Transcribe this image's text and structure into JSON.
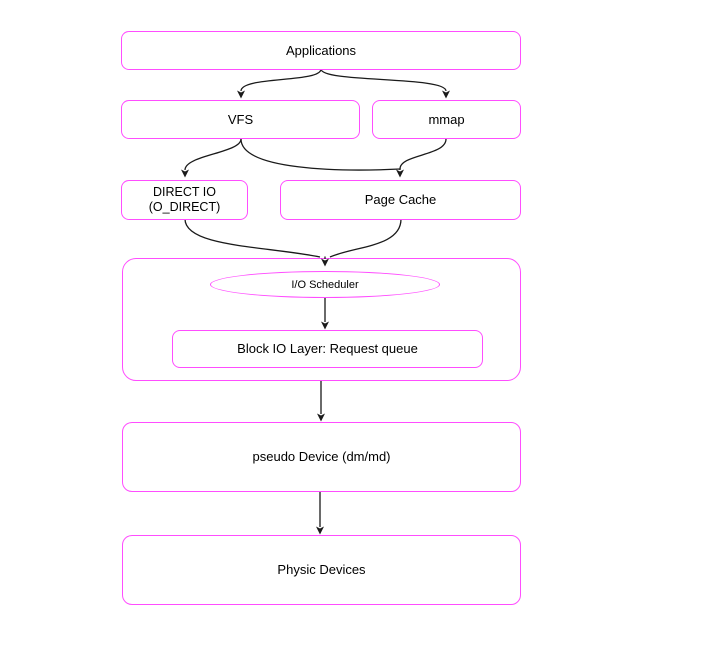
{
  "diagram": {
    "colors": {
      "box_border": "#ff4dff",
      "arrow": "#1a1a1a",
      "text": "#000000",
      "background": "#ffffff"
    },
    "nodes": {
      "applications": {
        "label": "Applications"
      },
      "vfs": {
        "label": "VFS"
      },
      "mmap": {
        "label": "mmap"
      },
      "direct_io": {
        "label": "DIRECT IO\n(O_DIRECT)"
      },
      "page_cache": {
        "label": "Page Cache"
      },
      "io_scheduler": {
        "label": "I/O Scheduler"
      },
      "block_io": {
        "label": "Block IO Layer: Request queue"
      },
      "pseudo_device": {
        "label": "pseudo Device (dm/md)"
      },
      "physic_devices": {
        "label": "Physic Devices"
      }
    },
    "edges": [
      {
        "from": "Applications",
        "to": "VFS"
      },
      {
        "from": "Applications",
        "to": "mmap"
      },
      {
        "from": "VFS",
        "to": "DIRECT IO (O_DIRECT)"
      },
      {
        "from": "VFS",
        "to": "Page Cache"
      },
      {
        "from": "mmap",
        "to": "Page Cache"
      },
      {
        "from": "DIRECT IO (O_DIRECT)",
        "to": "I/O Scheduler"
      },
      {
        "from": "Page Cache",
        "to": "I/O Scheduler"
      },
      {
        "from": "I/O Scheduler",
        "to": "Block IO Layer: Request queue"
      },
      {
        "from": "Block IO Layer",
        "to": "pseudo Device (dm/md)"
      },
      {
        "from": "pseudo Device (dm/md)",
        "to": "Physic Devices"
      }
    ]
  }
}
